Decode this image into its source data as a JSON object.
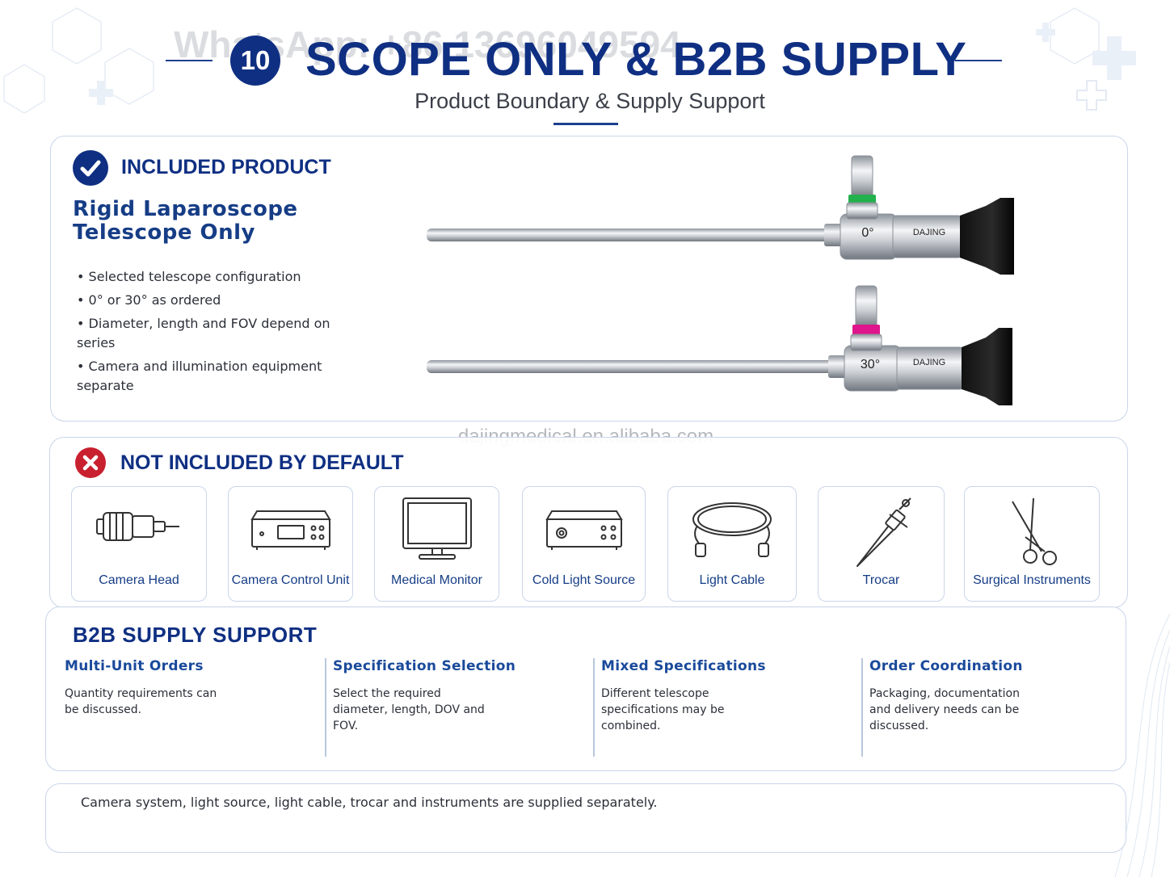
{
  "header": {
    "watermark": "WhatsApp: +86 13696049594",
    "number": "10",
    "title": "SCOPE ONLY & B2B SUPPLY",
    "subtitle": "Product Boundary & Supply Support"
  },
  "watermark_center": "dajingmedical.en.alibaba.com",
  "included": {
    "heading": "INCLUDED PRODUCT",
    "product_line1": "Rigid Laparoscope",
    "product_line2": "Telescope Only",
    "bullets": [
      "Selected telescope configuration",
      "0° or 30° as ordered",
      "Diameter, length and FOV depend on series",
      "Camera and illumination equipment separate"
    ],
    "scopes": [
      {
        "angle": "0°",
        "brand": "DAJING",
        "ring_color": "#22b14c"
      },
      {
        "angle": "30°",
        "brand": "DAJING",
        "ring_color": "#e0148c"
      }
    ]
  },
  "not_included": {
    "heading": "NOT INCLUDED BY DEFAULT",
    "items": [
      {
        "label": "Camera Head",
        "icon": "camera-head-icon"
      },
      {
        "label": "Camera Control Unit",
        "icon": "camera-control-unit-icon"
      },
      {
        "label": "Medical Monitor",
        "icon": "monitor-icon"
      },
      {
        "label": "Cold Light Source",
        "icon": "light-source-icon"
      },
      {
        "label": "Light Cable",
        "icon": "light-cable-icon"
      },
      {
        "label": "Trocar",
        "icon": "trocar-icon"
      },
      {
        "label": "Surgical Instruments",
        "icon": "surgical-instruments-icon"
      }
    ]
  },
  "b2b": {
    "heading": "B2B SUPPLY SUPPORT",
    "columns": [
      {
        "title": "Multi-Unit Orders",
        "line1": "Quantity requirements can",
        "line2": "be discussed.",
        "line3": ""
      },
      {
        "title": "Specification Selection",
        "line1": "Select the required",
        "line2": "diameter, length, DOV and",
        "line3": "FOV."
      },
      {
        "title": "Mixed Specifications",
        "line1": "Different telescope",
        "line2": "specifications may be",
        "line3": "combined."
      },
      {
        "title": "Order Coordination",
        "line1": "Packaging, documentation",
        "line2": "and delivery needs can be",
        "line3": "discussed."
      }
    ]
  },
  "note": "Camera system, light source, light cable, trocar and instruments are supplied separately.",
  "colors": {
    "brand_blue": "#0f2f82",
    "accent_red": "#c8202f",
    "border": "#c9d6ea"
  }
}
